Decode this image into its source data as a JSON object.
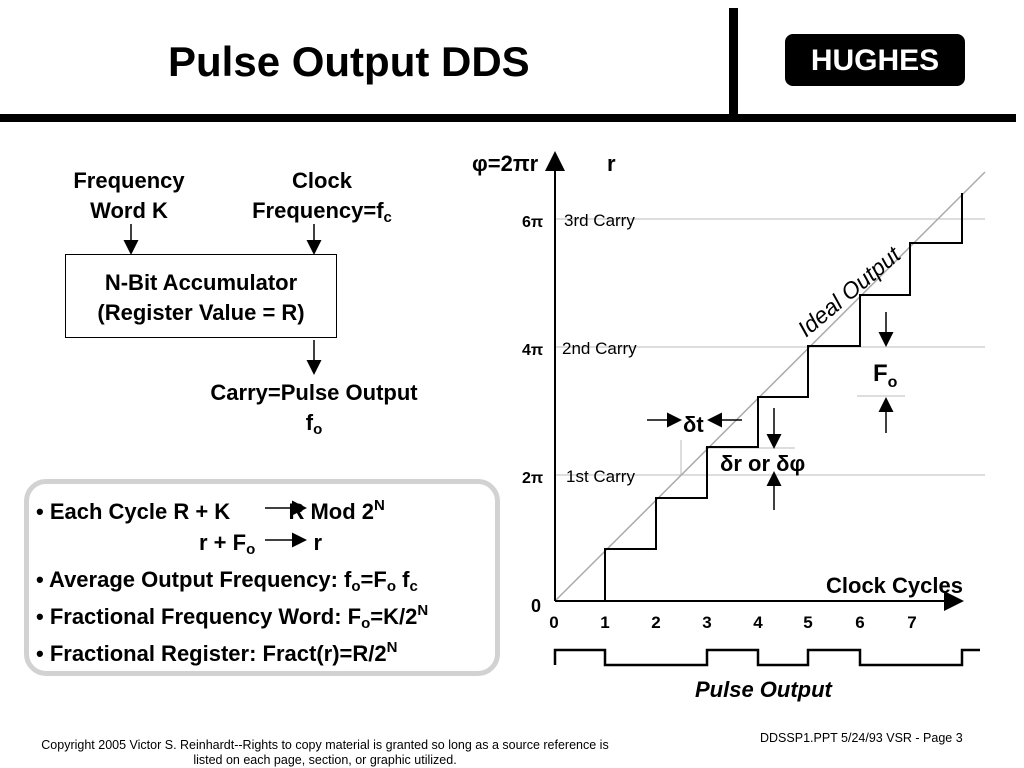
{
  "header": {
    "title": "Pulse Output DDS",
    "logo": "HUGHES"
  },
  "block": {
    "freq_word": [
      "Frequency",
      "Word K"
    ],
    "clock": [
      "Clock",
      "Frequency=f",
      "c"
    ],
    "accumulator": [
      "N-Bit Accumulator",
      "(Register Value = R)"
    ],
    "carry": [
      "Carry=Pulse Output",
      "f",
      "o"
    ]
  },
  "bullets": {
    "b1": {
      "prefix": "• Each Cycle R + K",
      "result": "R  Mod 2",
      "sup": "N"
    },
    "b1b": {
      "prefix": "r + F",
      "sub": "o",
      "result": "r"
    },
    "b2": {
      "text": "• Average Output Frequency: f",
      "s1": "o",
      "mid": "=F",
      "s2": "o",
      "tail": " f",
      "s3": "c"
    },
    "b3": {
      "text": "• Fractional Frequency Word: F",
      "s1": "o",
      "mid": "=K/2",
      "sup": "N"
    },
    "b4": {
      "text": "• Fractional Register: Fract(r)=R/2",
      "sup": "N"
    }
  },
  "graph": {
    "y_axis_label": "φ=2πr",
    "r_label": "r",
    "y_ticks": [
      "0",
      "2π",
      "4π",
      "6π"
    ],
    "carries": [
      "1st Carry",
      "2nd Carry",
      "3rd Carry"
    ],
    "x_ticks": [
      "0",
      "1",
      "2",
      "3",
      "4",
      "5",
      "6",
      "7"
    ],
    "x_label": "Clock Cycles",
    "ideal_label": "Ideal Output",
    "fo_label": "F",
    "fo_sub": "o",
    "dt_label": "δt",
    "dr_label": "δr or δφ",
    "pulse_label": "Pulse Output"
  },
  "footer": {
    "copyright": "Copyright 2005 Victor S. Reinhardt--Rights to copy material is granted so long as a source reference is listed on each page, section, or graphic utilized.",
    "page_ref": "DDSSP1.PPT 5/24/93 VSR - Page 3"
  }
}
